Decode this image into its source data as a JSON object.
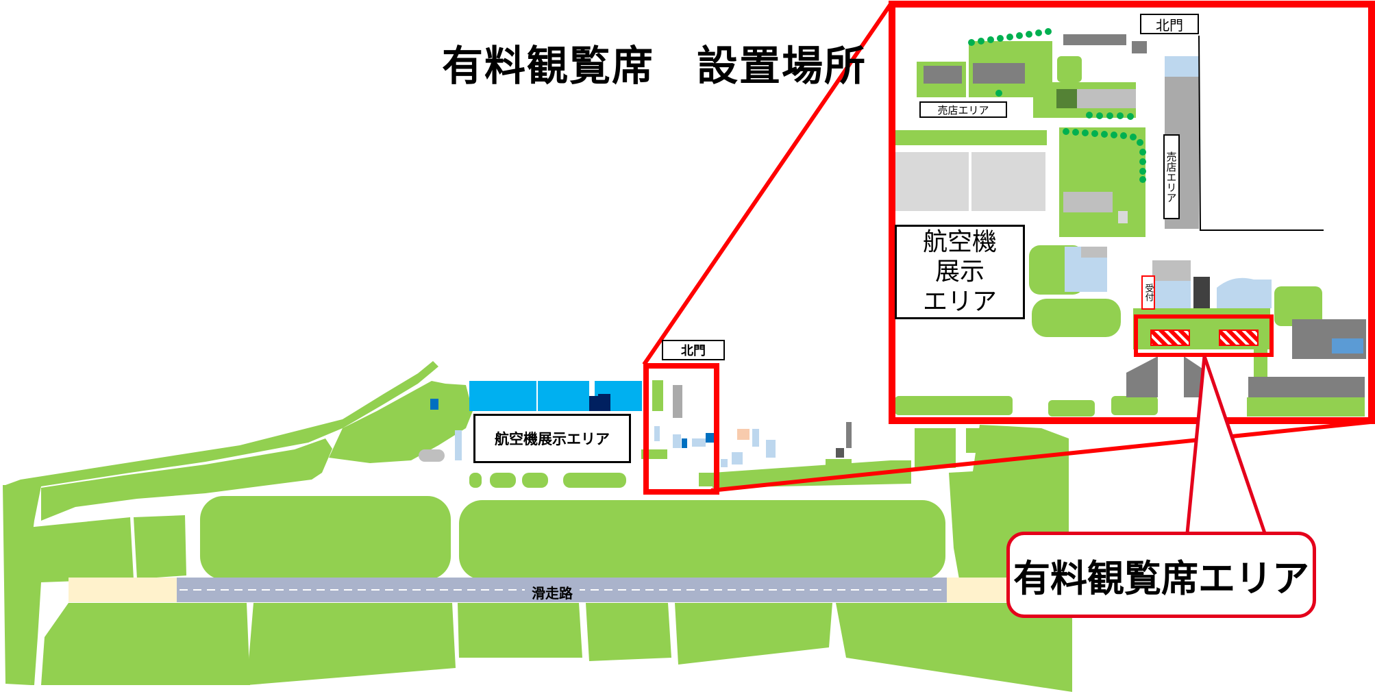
{
  "title": "有料観覧席　設置場所",
  "labels": {
    "north_gate_main": "北門",
    "north_gate_inset": "北門",
    "aircraft_area_main": "航空機展示エリア",
    "aircraft_area_inset": "航空機\n展示\nエリア",
    "shop_area_1": "売店エリア",
    "shop_area_2": "売店エリア",
    "reception": "受付",
    "runway": "滑走路"
  },
  "callout": {
    "label": "有料観覧席エリア"
  },
  "colors": {
    "grass": "#92d050",
    "building_gray": "#7f7f7f",
    "light_gray": "#bfbfbf",
    "light_blue": "#bdd7ee",
    "hangar_blue": "#00b0f0",
    "navy": "#002060",
    "highlight_red": "#ff0000",
    "runway": "#aab3cb",
    "overrun": "#fff2cc"
  }
}
